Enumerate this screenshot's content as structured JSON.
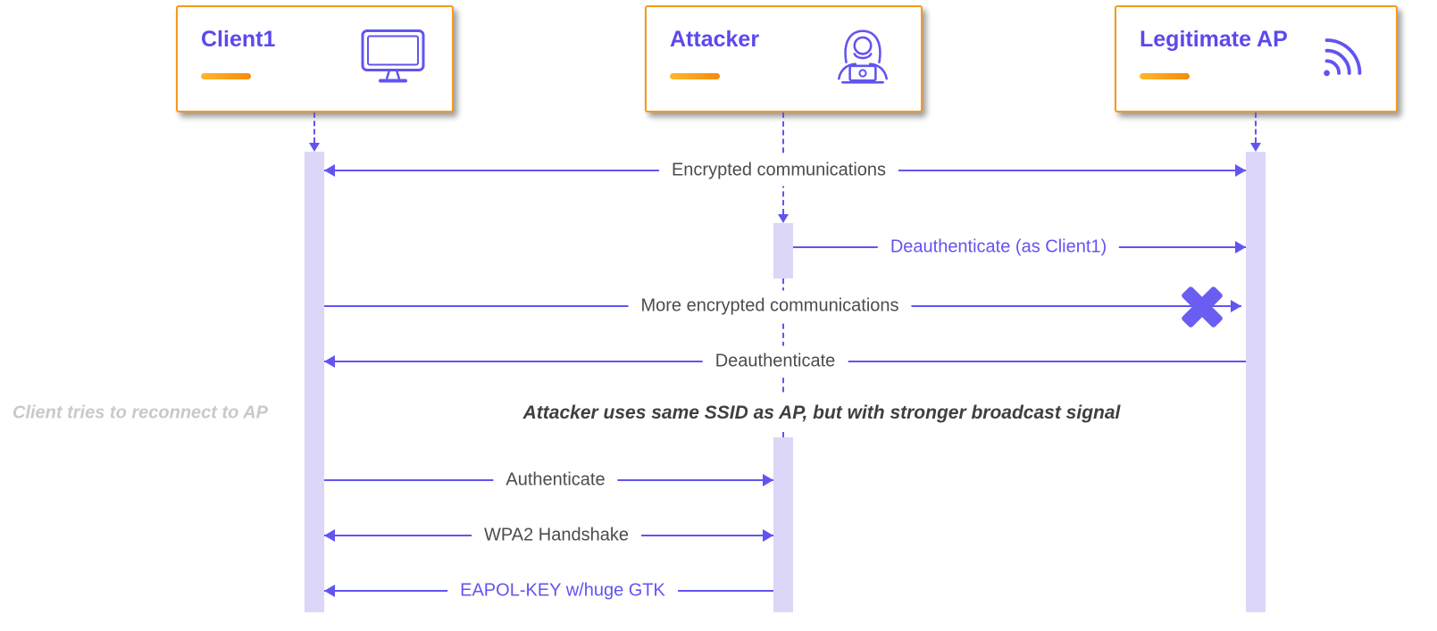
{
  "actors": [
    {
      "label": "Client1",
      "icon": "monitor-icon"
    },
    {
      "label": "Attacker",
      "icon": "hacker-icon"
    },
    {
      "label": "Legitimate AP",
      "icon": "wifi-icon"
    }
  ],
  "messages": [
    {
      "label": "Encrypted communications",
      "from": "Client1",
      "to": "Legitimate AP",
      "direction": "both",
      "blocked": false
    },
    {
      "label": "Deauthenticate (as Client1)",
      "from": "Attacker",
      "to": "Legitimate AP",
      "direction": "right",
      "blocked": false
    },
    {
      "label": "More encrypted communications",
      "from": "Client1",
      "to": "Legitimate AP",
      "direction": "right",
      "blocked": true
    },
    {
      "label": "Deauthenticate",
      "from": "Legitimate AP",
      "to": "Client1",
      "direction": "left",
      "blocked": false
    },
    {
      "label": "Authenticate",
      "from": "Client1",
      "to": "Attacker",
      "direction": "right",
      "blocked": false
    },
    {
      "label": "WPA2 Handshake",
      "from": "Client1",
      "to": "Attacker",
      "direction": "both",
      "blocked": false
    },
    {
      "label": "EAPOL-KEY w/huge GTK",
      "from": "Attacker",
      "to": "Client1",
      "direction": "left",
      "blocked": false
    }
  ],
  "note": "Attacker uses  same SSID as AP,  but with stronger broadcast signal",
  "side_note": "Client tries to reconnect to AP",
  "colors": {
    "purple": "#6254f0",
    "orange": "#f6991c",
    "dark_text": "#4c4c4c",
    "activation_fill": "#dcd6f8",
    "side_note_text": "#c9c9cd"
  }
}
